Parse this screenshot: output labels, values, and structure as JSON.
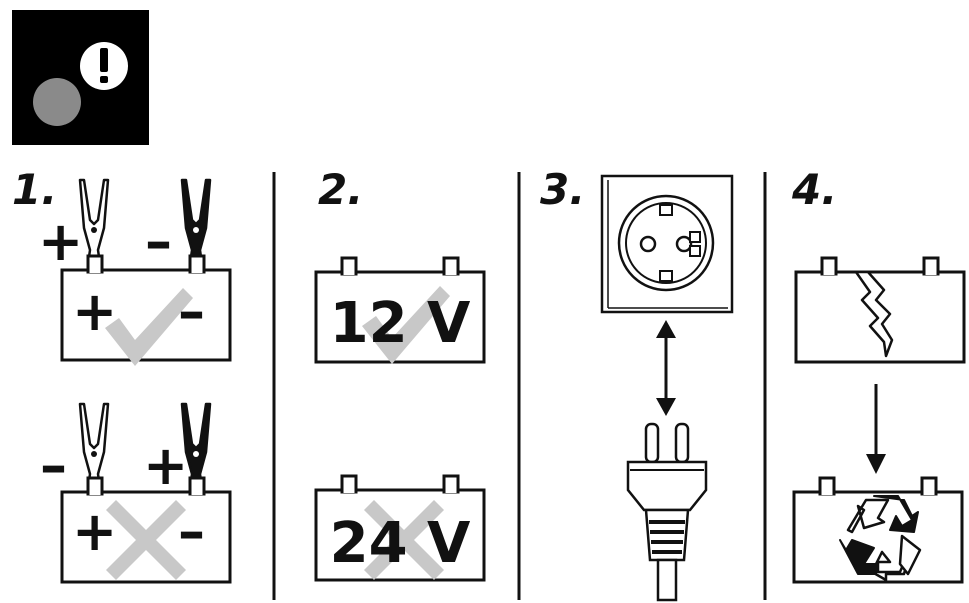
{
  "steps": [
    {
      "number": "1.",
      "plus": "+",
      "minus": "–"
    },
    {
      "number": "2.",
      "voltage_ok": "12 V",
      "voltage_bad": "24 V"
    },
    {
      "number": "3."
    },
    {
      "number": "4."
    }
  ],
  "colors": {
    "ink": "#111111",
    "check_gray": "#c8c8c8",
    "warning_bg": "#000000",
    "warning_dot": "#8a8a8a"
  },
  "icons": [
    "warning-icon",
    "red-clamp-icon",
    "black-clamp-icon",
    "battery-icon",
    "check-icon",
    "cross-icon",
    "wall-socket-icon",
    "double-arrow-icon",
    "plug-icon",
    "down-arrow-icon",
    "recycle-icon"
  ]
}
